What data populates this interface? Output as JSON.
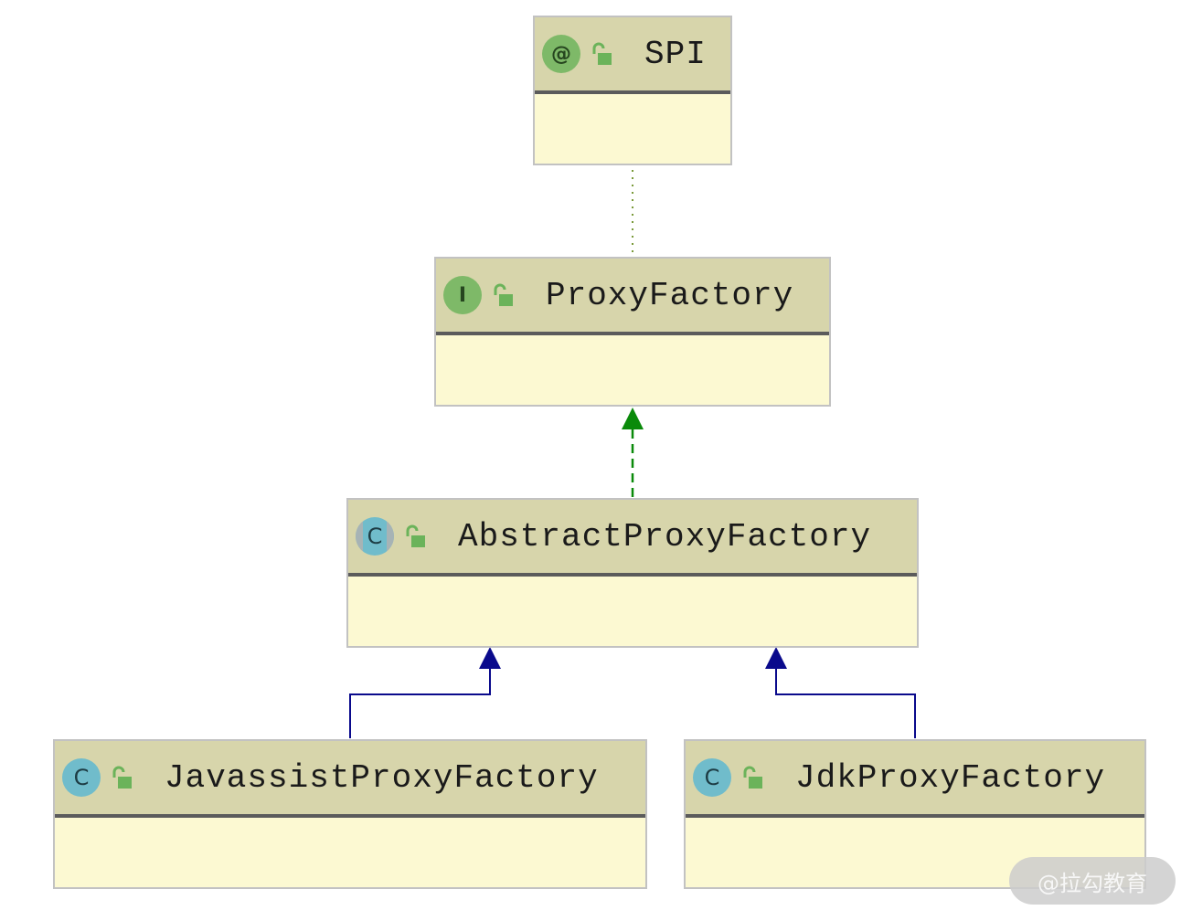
{
  "nodes": {
    "spi": {
      "name": "SPI",
      "kind": "annotation",
      "kind_glyph": "@",
      "visibility": "public"
    },
    "proxy_factory": {
      "name": "ProxyFactory",
      "kind": "interface",
      "kind_glyph": "I",
      "visibility": "public"
    },
    "abstract_proxy_factory": {
      "name": "AbstractProxyFactory",
      "kind": "abstract-class",
      "kind_glyph": "C",
      "visibility": "public"
    },
    "javassist_proxy_factory": {
      "name": "JavassistProxyFactory",
      "kind": "class",
      "kind_glyph": "C",
      "visibility": "public"
    },
    "jdk_proxy_factory": {
      "name": "JdkProxyFactory",
      "kind": "class",
      "kind_glyph": "C",
      "visibility": "public"
    }
  },
  "relations": [
    {
      "from": "proxy_factory",
      "to": "spi",
      "type": "annotated-by",
      "style": "dotted",
      "color": "#7a9a3a"
    },
    {
      "from": "abstract_proxy_factory",
      "to": "proxy_factory",
      "type": "implements",
      "style": "dashed",
      "color": "#0a8a0a"
    },
    {
      "from": "javassist_proxy_factory",
      "to": "abstract_proxy_factory",
      "type": "extends",
      "style": "solid",
      "color": "#0a0a8c"
    },
    {
      "from": "jdk_proxy_factory",
      "to": "abstract_proxy_factory",
      "type": "extends",
      "style": "solid",
      "color": "#0a0a8c"
    }
  ],
  "colors": {
    "header": "#d7d5ab",
    "body": "#fcf9d2",
    "border": "#c2c2c2",
    "separator": "#5b5b5b",
    "lock": "#6bb35a"
  },
  "watermark": "@拉勾教育"
}
